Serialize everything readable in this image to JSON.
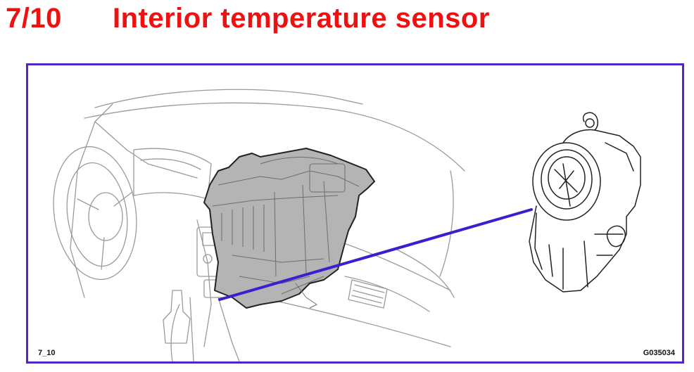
{
  "slide": {
    "number": "7/10",
    "title": "Interior temperature sensor"
  },
  "figure": {
    "code_left": "7_10",
    "code_right": "G035034",
    "colors": {
      "title": "#ee1111",
      "frame": "#5524c6",
      "pointer": "#3a1fd0",
      "highlight_fill": "#b4b4b4",
      "outline": "#8a8a8a"
    }
  }
}
